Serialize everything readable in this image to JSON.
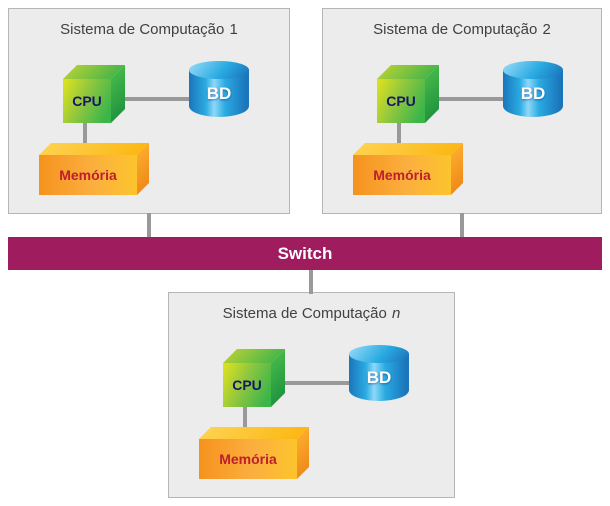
{
  "diagram": {
    "switch_label": "Switch",
    "systems": [
      {
        "title_prefix": "Sistema de Computação",
        "title_suffix": "1",
        "cpu_label": "CPU",
        "db_label": "BD",
        "memory_label": "Memória"
      },
      {
        "title_prefix": "Sistema de Computação",
        "title_suffix": "2",
        "cpu_label": "CPU",
        "db_label": "BD",
        "memory_label": "Memória"
      },
      {
        "title_prefix": "Sistema de Computação",
        "title_suffix": "n",
        "cpu_label": "CPU",
        "db_label": "BD",
        "memory_label": "Memória"
      }
    ],
    "colors": {
      "switch_bar": "#9f1c5f",
      "box_background": "#ececec",
      "box_border": "#b5b5b5",
      "cpu_green": "#39b54a",
      "cpu_yellow_green": "#d9e021",
      "db_blue_dark": "#1b75bb",
      "db_blue_light": "#2aabe2",
      "memory_orange": "#f6921e",
      "memory_yellow": "#fcc42d",
      "memory_text_red": "#be1e2d",
      "cpu_text_navy": "#1b1464",
      "connector_gray": "#999999",
      "title_gray": "#414042"
    }
  }
}
